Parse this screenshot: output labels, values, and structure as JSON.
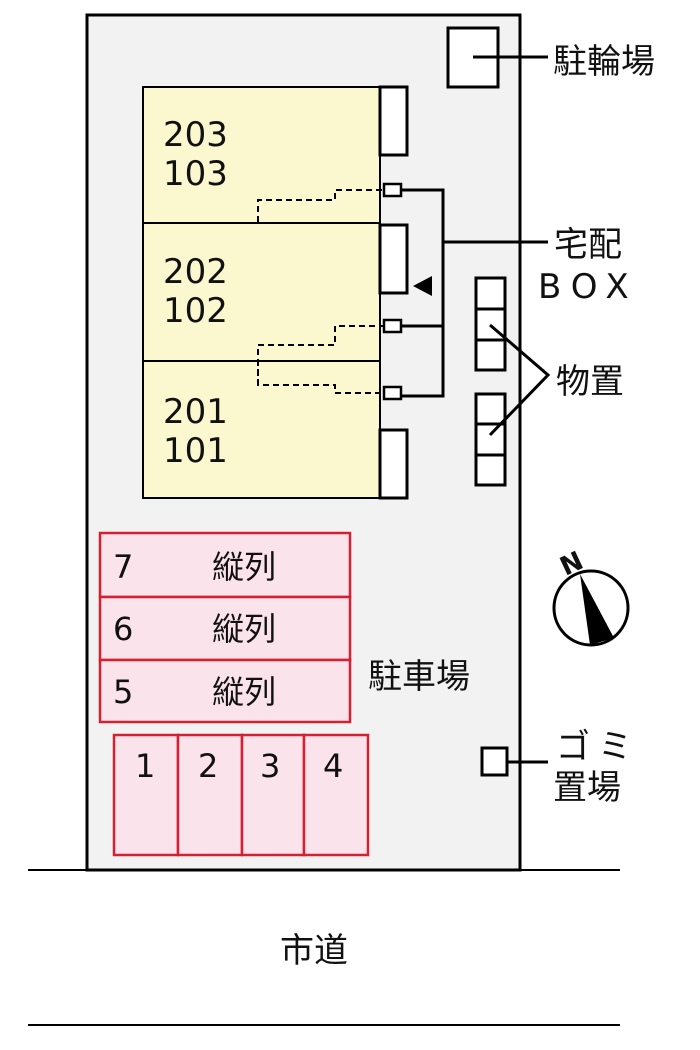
{
  "units": [
    {
      "upper": "203",
      "lower": "103"
    },
    {
      "upper": "202",
      "lower": "102"
    },
    {
      "upper": "201",
      "lower": "101"
    }
  ],
  "labels": {
    "bicycle_parking": "駐輪場",
    "delivery_box_line1": "宅配",
    "delivery_box_line2": "BOX",
    "storage": "物置",
    "parking": "駐車場",
    "garbage_line1": "ゴミ",
    "garbage_line2": "置場",
    "road": "市道",
    "north": "N"
  },
  "parking_tandem": [
    {
      "number": "7",
      "type": "縦列"
    },
    {
      "number": "6",
      "type": "縦列"
    },
    {
      "number": "5",
      "type": "縦列"
    }
  ],
  "parking_slots": [
    "1",
    "2",
    "3",
    "4"
  ],
  "colors": {
    "parking_stroke": "#d42030",
    "parking_fill": "#fbe3ec",
    "building_fill": "#fbf8cf",
    "site_fill": "#f2f2f2"
  }
}
